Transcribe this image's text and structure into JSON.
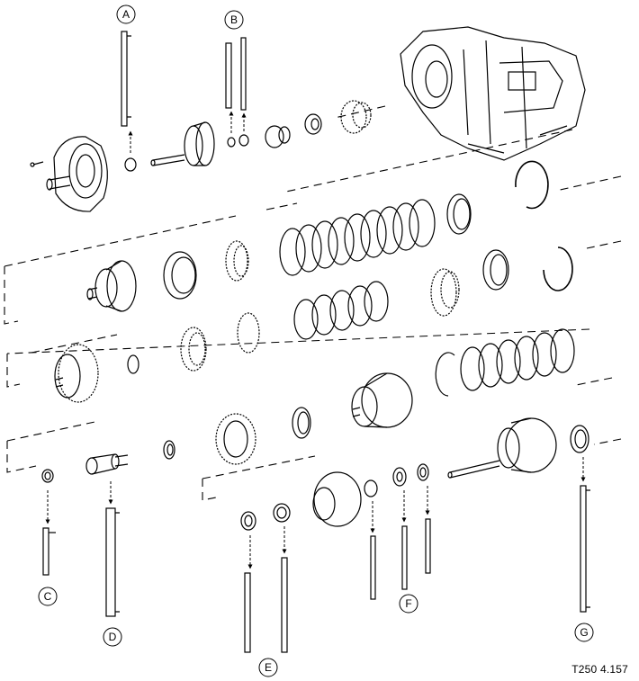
{
  "callouts": {
    "A": "A",
    "B": "B",
    "C": "C",
    "D": "D",
    "E": "E",
    "F": "F",
    "G": "G"
  },
  "figure_code": "T250 4.157"
}
